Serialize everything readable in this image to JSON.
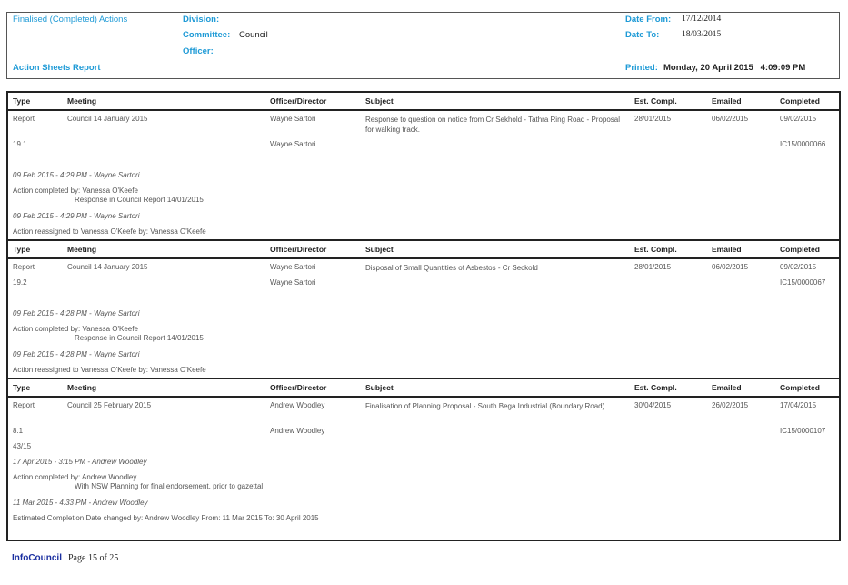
{
  "header": {
    "report_type": "Finalised (Completed) Actions",
    "report_name": "Action Sheets Report",
    "division_label": "Division:",
    "committee_label": "Committee:",
    "committee_value": "Council",
    "officer_label": "Officer:",
    "date_from_label": "Date From:",
    "date_from": "17/12/2014",
    "date_to_label": "Date To:",
    "date_to": "18/03/2015",
    "printed_label": "Printed:",
    "printed_value": "Monday, 20 April 2015   4:09:09 PM"
  },
  "columns": [
    "Type",
    "Meeting",
    "Officer/Director",
    "Subject",
    "Est. Compl.",
    "Emailed",
    "Completed"
  ],
  "sections": [
    {
      "row1": {
        "type": "Report",
        "meeting": "Council 14 January 2015",
        "officer": "Wayne Sartori",
        "subject1": "Response to question on notice from Cr Sekhold - Tathra Ring Road -",
        "subject2": "Proposal for walking track.",
        "est": "28/01/2015",
        "emailed": "06/02/2015",
        "completed": "09/02/2015"
      },
      "row2": {
        "item": "19.1",
        "officer": "Wayne Sartori",
        "ref": "IC15/0000066"
      },
      "log": [
        {
          "stamp": "09 Feb 2015 - 4:29 PM - Wayne Sartori",
          "text": "Action completed by: Vanessa O'Keefe",
          "sub": "Response in Council Report 14/01/2015"
        },
        {
          "stamp": "09 Feb 2015 - 4:29 PM - Wayne Sartori",
          "text": "Action reassigned to Vanessa O'Keefe by: Vanessa O'Keefe"
        }
      ]
    },
    {
      "row1": {
        "type": "Report",
        "meeting": "Council 14 January 2015",
        "officer": "Wayne Sartori",
        "subject1": "Disposal of Small Quantities of Asbestos - Cr Seckold",
        "est": "28/01/2015",
        "emailed": "06/02/2015",
        "completed": "09/02/2015"
      },
      "row2": {
        "item": "19.2",
        "officer": "Wayne Sartori",
        "ref": "IC15/0000067"
      },
      "log": [
        {
          "stamp": "09 Feb 2015 - 4:28 PM - Wayne Sartori",
          "text": "Action completed by: Vanessa O'Keefe",
          "sub": "Response in Council Report 14/01/2015"
        },
        {
          "stamp": "09 Feb 2015 - 4:28 PM - Wayne Sartori",
          "text": "Action reassigned to Vanessa O'Keefe by: Vanessa O'Keefe"
        }
      ]
    },
    {
      "row1": {
        "type": "Report",
        "meeting": "Council 25 February 2015",
        "officer": "Andrew Woodley",
        "subject1": "Finalisation of Planning Proposal - South Bega Industrial (Boundary Road)",
        "est": "30/04/2015",
        "emailed": "26/02/2015",
        "completed": "17/04/2015"
      },
      "row2": {
        "item": "8.1",
        "officer": "Andrew Woodley",
        "ref": "IC15/0000107"
      },
      "row3": {
        "item": "43/15"
      },
      "log": [
        {
          "stamp": "17 Apr 2015 - 3:15 PM - Andrew Woodley",
          "text": "Action completed by: Andrew Woodley",
          "sub": "With NSW Planning for final endorsement, prior to gazettal."
        },
        {
          "stamp": "11 Mar 2015 - 4:33 PM - Andrew Woodley",
          "text": "Estimated Completion Date changed by: Andrew Woodley From: 11 Mar 2015 To: 30 April 2015"
        }
      ]
    }
  ],
  "footer": {
    "brand": "InfoCouncil",
    "page": "Page 15 of 25"
  }
}
